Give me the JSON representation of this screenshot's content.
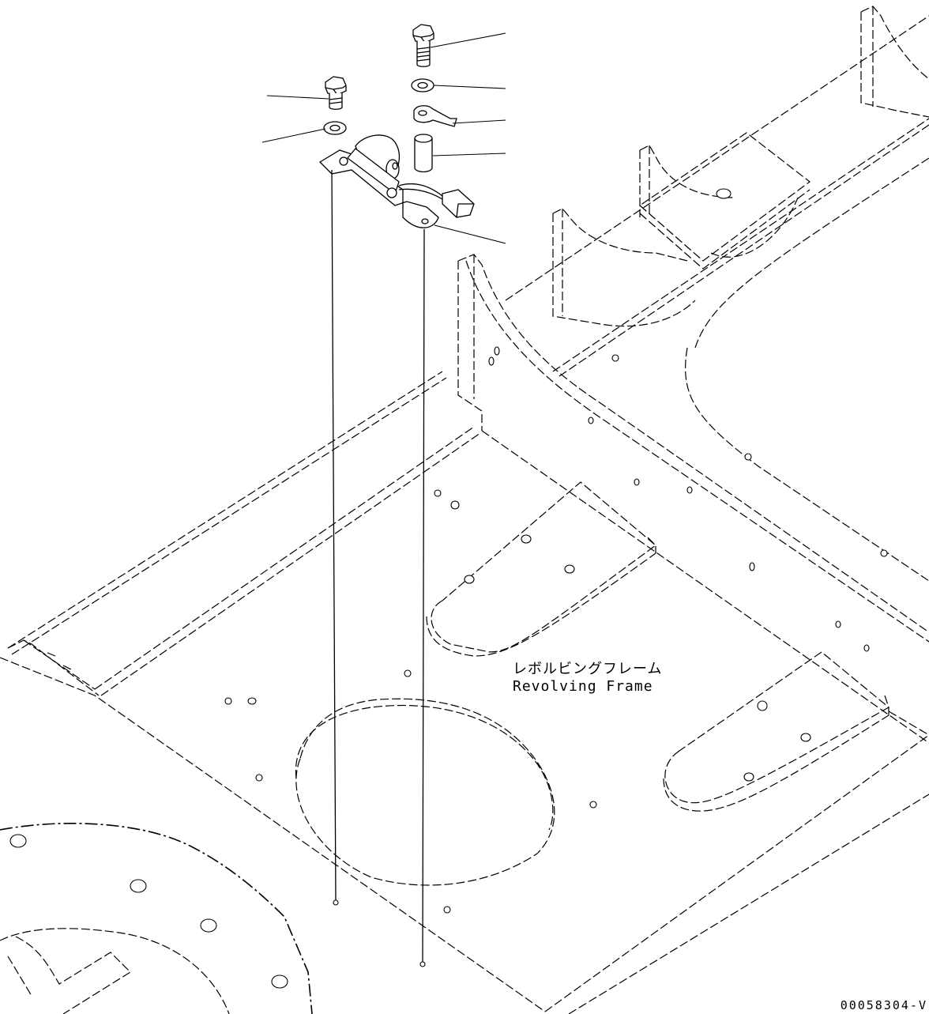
{
  "labels": {
    "frame_jp": "レボルビングフレーム",
    "frame_en": "Revolving Frame"
  },
  "drawing_number": "00058304-V"
}
